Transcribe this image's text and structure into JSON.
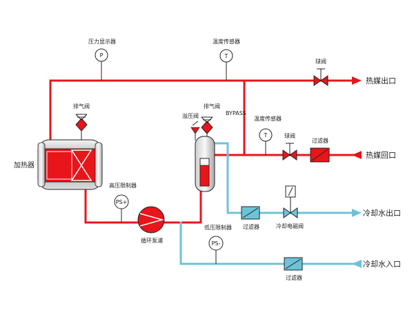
{
  "labels": {
    "pressure_display": "压力显示器",
    "temp_sensor_top": "温度传感器",
    "ball_valve_top": "球阀",
    "heat_outlet": "热媒出口",
    "vent_valve_left": "排气阀",
    "heater": "加热器",
    "relief_valve": "溢压阀",
    "vent_valve_right": "排气阀",
    "bypass": "BYPASS",
    "temp_sensor_mid": "温度传感器",
    "ball_valve_mid": "球阀",
    "filter_mid": "过滤器",
    "heat_return": "热媒回口",
    "high_pressure_limit": "高压限制器",
    "pump": "循环泵浦",
    "low_pressure_limit": "低压限制器",
    "filter_cool_out": "过滤器",
    "cooling_solenoid": "冷却电磁阀",
    "cooling_outlet": "冷却水出口",
    "filter_cool_in": "过滤器",
    "cooling_inlet": "冷却水入口"
  },
  "gauges": {
    "pressure": "P",
    "temp_top": "T",
    "temp_mid": "T",
    "high_ps": "PS+",
    "low_ps": "PS-"
  },
  "colors": {
    "hot_pipe": "#e8151b",
    "cool_pipe": "#6cc3d8",
    "outline": "#222222"
  }
}
